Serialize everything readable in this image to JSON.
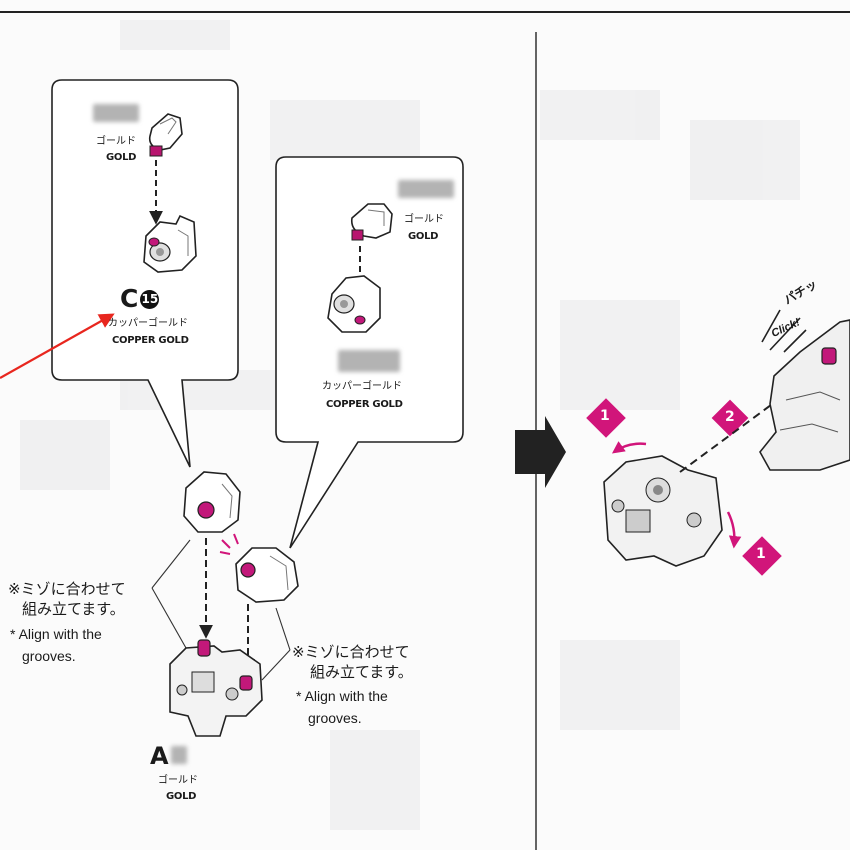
{
  "panel_left": {
    "callout_top": {
      "gold_kana": "ゴールド",
      "gold_label": "GOLD",
      "part_letter": "C",
      "part_number": "15",
      "copper_kana": "カッパーゴールド",
      "copper_label": "COPPER GOLD"
    },
    "callout_right": {
      "gold_kana": "ゴールド",
      "gold_label": "GOLD",
      "copper_kana": "カッパーゴールド",
      "copper_label": "COPPER GOLD"
    },
    "note_left": {
      "jp_line1": "※ミゾに合わせて",
      "jp_line2": "組み立てます。",
      "en_line1": "* Align with the",
      "en_line2": "grooves."
    },
    "note_right": {
      "jp_line1": "※ミゾに合わせて",
      "jp_line2": "組み立てます。",
      "en_line1": "* Align with the",
      "en_line2": "grooves."
    },
    "bottom_runner": {
      "letter": "A",
      "gold_kana": "ゴールド",
      "gold_label": "GOLD"
    }
  },
  "panel_right": {
    "step_1": "1",
    "step_2": "2",
    "step_1b": "1",
    "click_kana": "パチッ",
    "click_label": "Click!"
  },
  "colors": {
    "magenta": "#d1157a",
    "annotation_red": "#e8261e",
    "line": "#2a2a2a"
  }
}
